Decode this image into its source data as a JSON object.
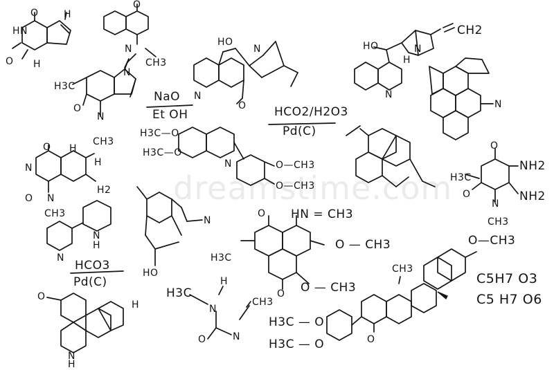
{
  "watermark": "dreamstime.com",
  "labels": {
    "hn1": "HN",
    "o1": "O",
    "o2": "O",
    "h1": "H",
    "h2": "H",
    "o3": "O",
    "n1": "N",
    "ch3_1": "CH3",
    "h3c_1": "H3C",
    "n2": "N",
    "o4": "O",
    "n3": "N",
    "ch3_2": "CH3",
    "naoh_top": "NaO",
    "naoh_bot": "Et OH",
    "ho1": "HO",
    "n4": "N",
    "o5": "O",
    "ho2": "HO",
    "h3": "H",
    "n5": "N",
    "ch2": "CH2",
    "n6": "N",
    "hco2_top": "HCO2/H2O3",
    "hco2_bot": "Pd(C)",
    "h3co_1": "H3C—O",
    "h3co_2": "H3C—O",
    "och3_1": "O—CH3",
    "och3_2": "O—CH3",
    "n7": "N",
    "o6": "O",
    "h4": "H",
    "n8": "N",
    "o7": "O",
    "n9": "N",
    "h2_lbl": "H2",
    "ch3_3": "CH3",
    "n10": "N",
    "h5": "H",
    "n11": "N",
    "h3c_2": "H3C",
    "o8": "O",
    "o9": "O",
    "nh2_1": "NH2",
    "nh2_2": "NH2",
    "n12": "N",
    "ch3_4": "CH3",
    "ho3": "HO",
    "n13": "N",
    "o10": "O",
    "hn_ch3": "HN = CH3",
    "h3c_3": "H3C",
    "o_ch3_3": "O — CH3",
    "o11": "O",
    "o_ch3_4": "O — CH3",
    "hco3_top": "HCO3",
    "hco3_bot": "Pd(C)",
    "h6": "H",
    "n14": "N",
    "h7": "H",
    "h3c_4": "H3C",
    "n15": "N",
    "h8": "H",
    "ch3_5": "CH3",
    "o12": "O",
    "n16": "N",
    "h3co_3": "H3C — O",
    "h3co_4": "H3C — O",
    "o13": "O",
    "ch3_6": "CH3",
    "o_ch3_5": "O—CH3",
    "formula1": "C5H7 O3",
    "formula2": "C5 H7 O6"
  }
}
